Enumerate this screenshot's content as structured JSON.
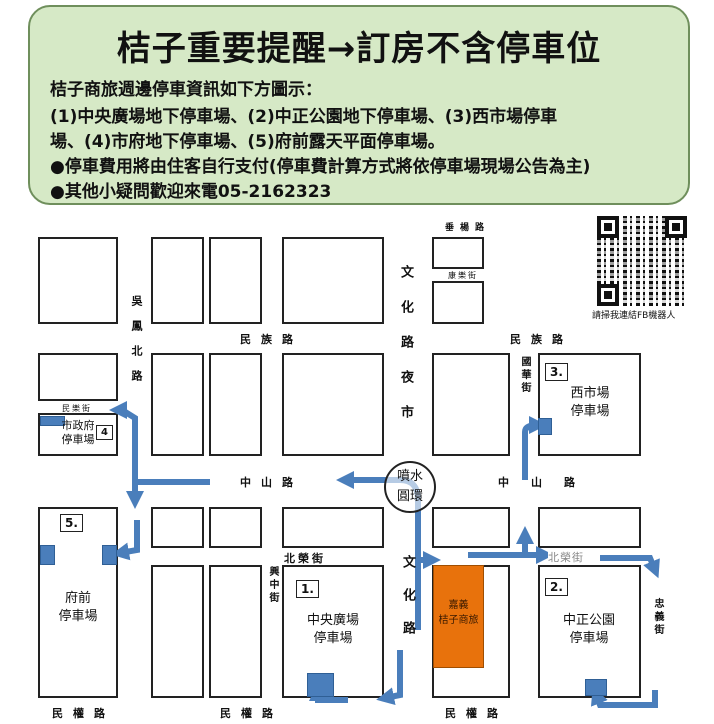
{
  "header": {
    "title": "桔子重要提醒→訂房不含停車位",
    "lines": [
      "桔子商旅週邊停車資訊如下方圖示：",
      "(1)中央廣場地下停車場、(2)中正公園地下停車場、(3)西市場停車",
      "場、(4)市府地下停車場、(5)府前露天平面停車場。",
      "●停車費用將由住客自行支付(停車費計算方式將依停車場現場公告為主)",
      "●其他小疑問歡迎來電05-2162323"
    ]
  },
  "qr": {
    "caption": "請掃我連結FB機器人"
  },
  "streets": {
    "wufeng": "吳鳳北路",
    "minzu_left": "民族路",
    "minzu_right": "民族路",
    "wenhua_top": "文化路夜市",
    "wenhua_bottom": "文化路",
    "chuiyang": "垂楊路",
    "kangle": "康樂街",
    "guohua": "國華街",
    "minle": "民樂街",
    "zhongshan_left": "中山路",
    "zhongshan_right": "中山路",
    "beirong_left": "北榮街",
    "beirong_right": "北榮街",
    "xingzhong": "興中街",
    "zhongyi": "忠義街",
    "minquan_1": "民權路",
    "minquan_2": "民權路",
    "minquan_3": "民權路"
  },
  "landmark": {
    "fountain": "噴水圓環"
  },
  "hotel": {
    "line1": "嘉義",
    "line2": "桔子商旅",
    "color": "#e8720c"
  },
  "lots": [
    {
      "num": "1.",
      "name1": "中央廣場",
      "name2": "停車場"
    },
    {
      "num": "2.",
      "name1": "中正公園",
      "name2": "停車場"
    },
    {
      "num": "3.",
      "name1": "西市場",
      "name2": "停車場"
    },
    {
      "num": "4",
      "name1": "市政府",
      "name2": "停車場"
    },
    {
      "num": "5.",
      "name1": "府前",
      "name2": "停車場"
    }
  ],
  "colors": {
    "header_bg": "#d6e9c6",
    "route": "#4a7ebb"
  }
}
